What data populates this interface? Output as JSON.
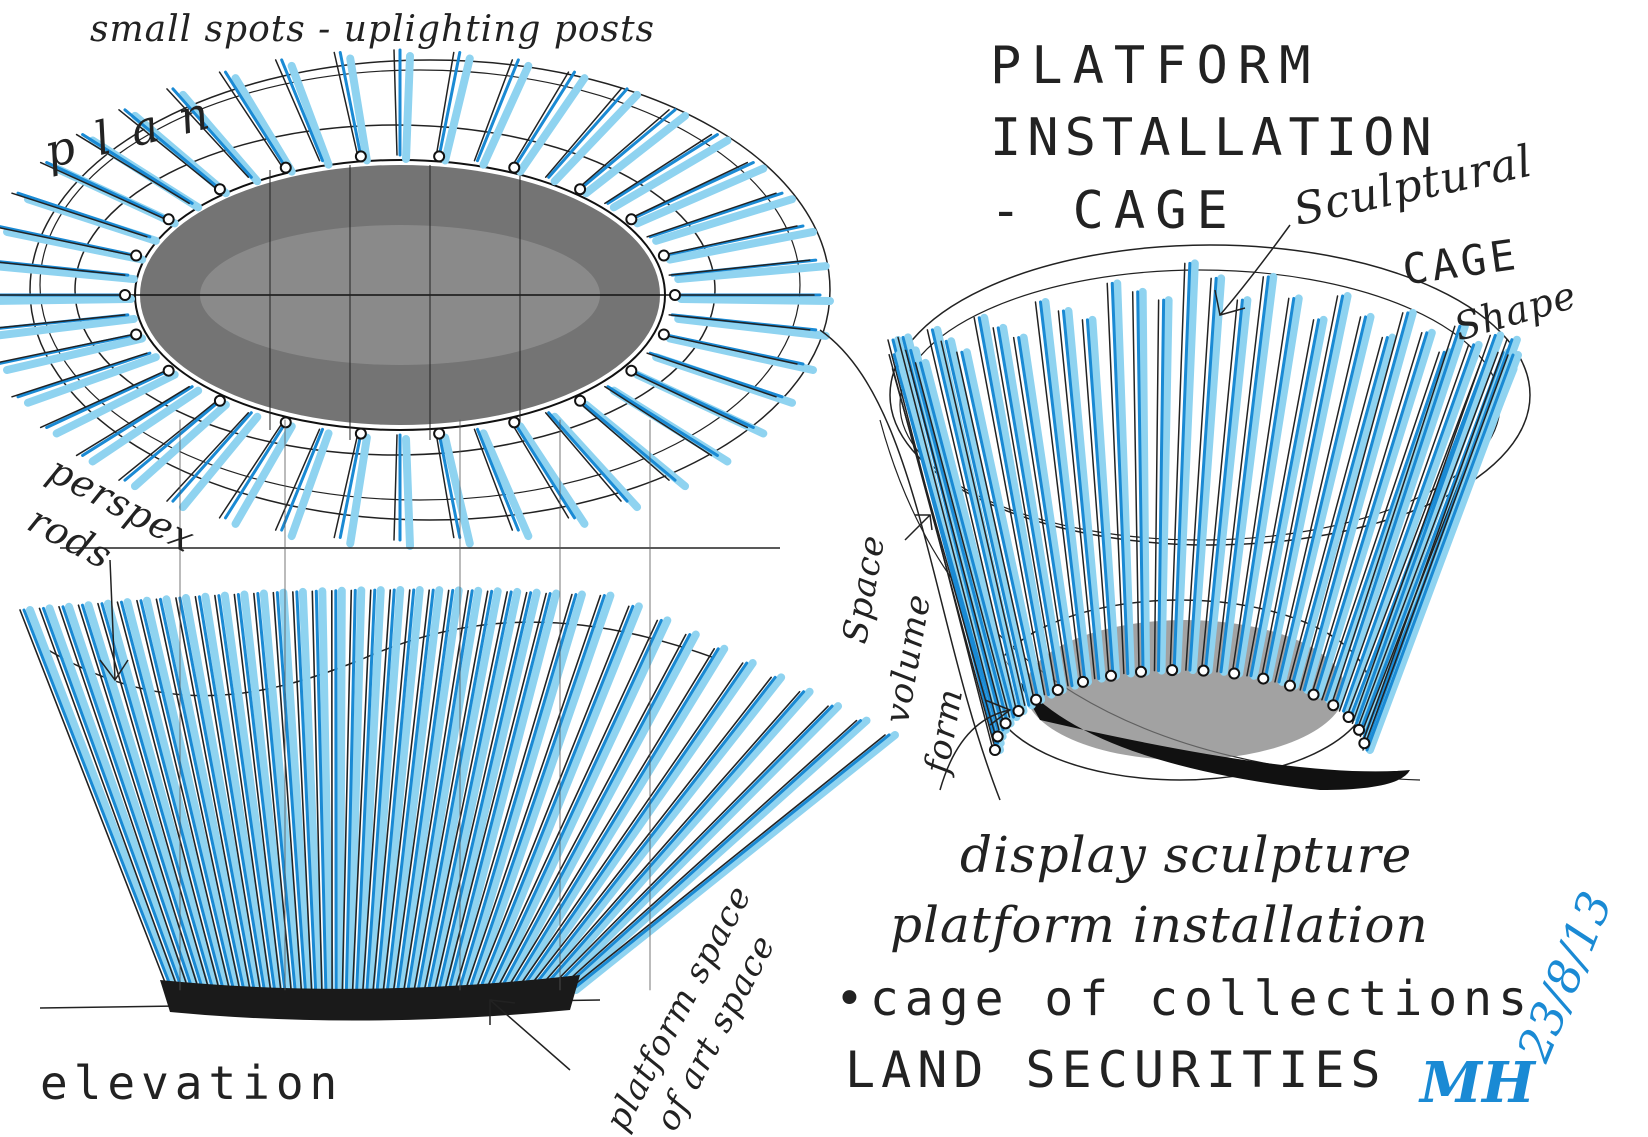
{
  "annotations": {
    "small_spots": "small spots - uplighting posts",
    "plan": "plan",
    "title_line1": "PLATFORM",
    "title_line2": "INSTALLATION",
    "title_line3": "- CAGE",
    "sculptural_line1": "Sculptural",
    "sculptural_line2": "CAGE",
    "sculptural_line3": "Shape",
    "perspex_line1": "perspex",
    "perspex_line2": "rods",
    "space_volume_line1": "Space",
    "space_volume_line2": "volume",
    "space_volume_line3": "form",
    "display_sculpture": "display sculpture",
    "platform_installation": "platform installation",
    "cage_of_collections": "•cage of collections",
    "land_securities": "LAND SECURITIES",
    "elevation": "elevation",
    "platform_space_line1": "platform space",
    "platform_space_line2": "of art space",
    "signature": "MH",
    "date": "23/8/13"
  },
  "colors": {
    "ink": "#222222",
    "blue": "#1a8ad4",
    "light_blue": "#8fd3f0",
    "grey_wash": "#6e6e6e"
  }
}
